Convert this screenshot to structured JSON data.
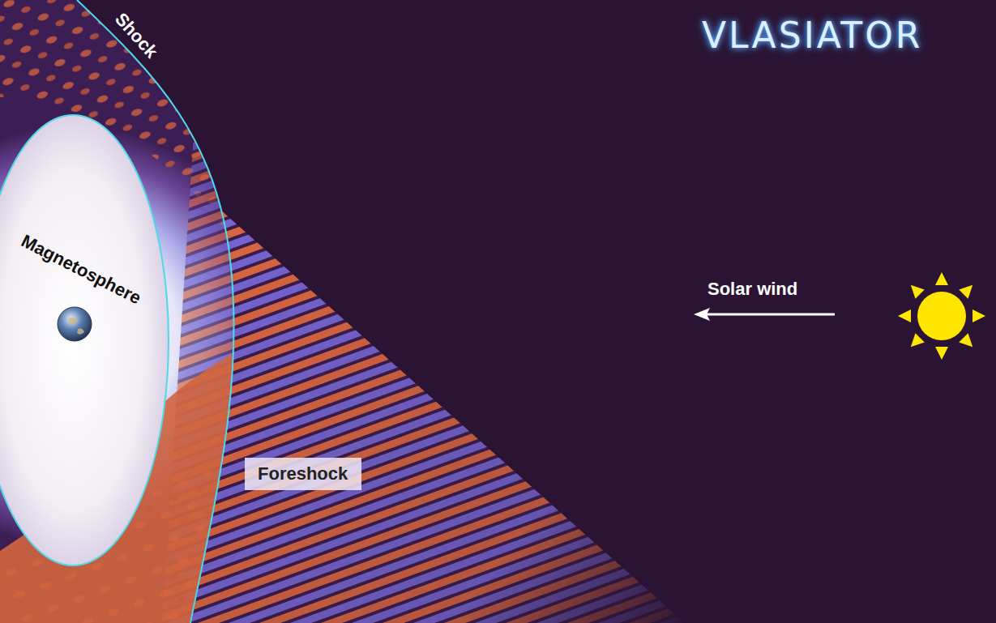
{
  "diagram": {
    "nodes": [
      {
        "text": [
          "Magnetosphere"
        ]
      },
      {
        "text": [
          "Foreshock"
        ]
      }
    ],
    "labels": [
      "Shock",
      "Solar wind",
      "VLASIATOR"
    ]
  }
}
